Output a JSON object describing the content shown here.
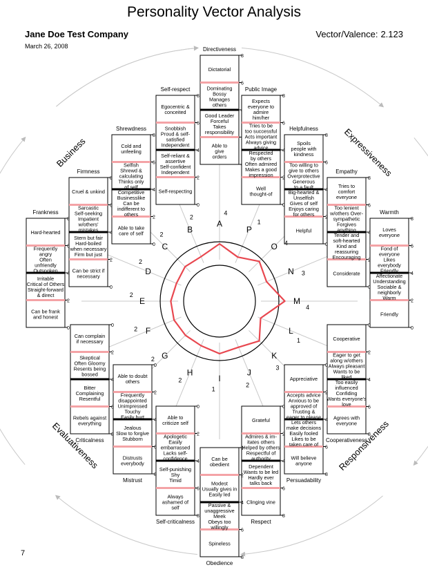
{
  "header": {
    "title": "Personality Vector Analysis",
    "company": "Jane Doe Test Company",
    "date": "March 26, 2008",
    "vector_label": "Vector/Valence:",
    "vector_value": "2.123"
  },
  "page_number": "7",
  "colors": {
    "accent": "#e8474f",
    "highlight": "#f4a3a6",
    "ring": "#c8c8c8",
    "spoke": "#c8c8c8"
  },
  "quadrants": [
    "Business",
    "Expressiveness",
    "Responsiveness",
    "Evaluativeness"
  ],
  "chart_data": {
    "type": "radar",
    "scale": {
      "min": 0,
      "max": 8
    },
    "axes": [
      {
        "letter": "A",
        "value": 4,
        "category": "Directiveness",
        "items": [
          {
            "text": "Dictatorial"
          },
          {
            "text": "Dominating\nBossy\nManages\nothers"
          },
          {
            "text": "Good Leader\nForceful\nTakes\nresponsibility"
          },
          {
            "text": "Able to\ngive\norders"
          }
        ]
      },
      {
        "letter": "P",
        "value": 1,
        "category": "Public Image",
        "items": [
          {
            "text": "Expects\neveryone to\nadmire\nhim/her"
          },
          {
            "text": "Tries to be\ntoo successful\nActs important\nAlways giving\nadvice"
          },
          {
            "text": "Respected\nby others\nOften admired\nMakes a good\nimpression"
          },
          {
            "text": "Well\nthought-of"
          }
        ]
      },
      {
        "letter": "O",
        "value": 4,
        "category": "Helpfulness",
        "items": [
          {
            "text": "Spoils\npeople with\nkindness"
          },
          {
            "text": "Too willing to\ngive to others\nOverprotective\nGenerous\nto a fault"
          },
          {
            "text": "Big-hearted &\nUnselfish\nGives of self\nEnjoys caring\nfor others"
          },
          {
            "text": "Helpful"
          }
        ]
      },
      {
        "letter": "N",
        "value": 3,
        "category": "Empathy",
        "items": [
          {
            "text": "Tries to\ncomfort\neveryone"
          },
          {
            "text": "Too lenient\nw/others Over-\nsympathetic\nForgives\nanything"
          },
          {
            "text": "Tender and\nsoft-hearted\nKind and\nreassuring\nEncouraging"
          },
          {
            "text": "Considerate"
          }
        ]
      },
      {
        "letter": "M",
        "value": 4,
        "category": "Warmth",
        "items": [
          {
            "text": "Loves\neveryone"
          },
          {
            "text": "Fond of\neveryone\nLikes\neverybody\nFriendly"
          },
          {
            "text": "Affectionate\nUnderstanding\nSociable &\nneighborly\nWarm"
          },
          {
            "text": "Friendly"
          }
        ]
      },
      {
        "letter": "L",
        "value": 1,
        "category": "Cooperativeness",
        "items": [
          {
            "text": "Cooperative"
          },
          {
            "text": "Eager to get\nalong w/others\nAlways pleasant\nWants to be\nliked"
          },
          {
            "text": "Too easily\ninfluenced\nConfiding\nWants everyone's\nlove"
          },
          {
            "text": "Agrees with\neveryone"
          }
        ]
      },
      {
        "letter": "K",
        "value": 3,
        "category": "Persuadability",
        "items": [
          {
            "text": "Appreciative"
          },
          {
            "text": "Accepts advice\nAnxious to be\napproved of\nTrusting &\neager to please"
          },
          {
            "text": "Lets others\nmake decisions\nEasily fooled\nLikes to be\ntaken care of"
          },
          {
            "text": "Will believe\nanyone"
          }
        ]
      },
      {
        "letter": "J",
        "value": 2,
        "category": "Respect",
        "items": [
          {
            "text": "Grateful"
          },
          {
            "text": "Admires & im-\nitates others\nHelped by others\nRespectful of\nauthority"
          },
          {
            "text": "Dependent\nWants to be led\nHardly ever\ntalks back"
          },
          {
            "text": "Clinging vine"
          }
        ]
      },
      {
        "letter": "I",
        "value": 1,
        "category": "Obedience",
        "items": [
          {
            "text": "Can be\nobedient"
          },
          {
            "text": "Modest\nUsually gives in\nEasily led"
          },
          {
            "text": "Passive &\nunaggressive\nMeek\nObeys too\nwillingly"
          },
          {
            "text": "Spineless"
          }
        ]
      },
      {
        "letter": "H",
        "value": 2,
        "category": "Self-criticalness",
        "items": [
          {
            "text": "Able to\ncriticize self"
          },
          {
            "text": "Apologetic\nEasily\nembarrassed\nLacks self-\nconfidence"
          },
          {
            "text": "Self-punishing\nShy\nTimid"
          },
          {
            "text": "Always\nashamed of\nself"
          }
        ]
      },
      {
        "letter": "G",
        "value": 2,
        "category": "Mistrust",
        "items": [
          {
            "text": "Able to doubt\nothers"
          },
          {
            "text": "Frequently\ndisappointed\nUnimpressed\nTouchy\nEasily hurt"
          },
          {
            "text": "Jealous\nSlow to forgive\nStubborn"
          },
          {
            "text": "Distrusts\neverybody"
          }
        ]
      },
      {
        "letter": "F",
        "value": 2,
        "category": "Criticalness",
        "items": [
          {
            "text": "Can complain\nif necessary"
          },
          {
            "text": "Skeptical\nOften Gloomy\nResents being\nbossed"
          },
          {
            "text": "Bitter\nComplaining\nResentful"
          },
          {
            "text": "Rebels against\neverything"
          }
        ]
      },
      {
        "letter": "E",
        "value": 2,
        "category": "Frankness",
        "items": [
          {
            "text": "Hard-hearted"
          },
          {
            "text": "Frequently\nangry\nOften\nunfriendly\nOutspoken"
          },
          {
            "text": "Irritable\nCritical of Others\nStraight-forward\n& direct"
          },
          {
            "text": "Can be frank\nand honest"
          }
        ]
      },
      {
        "letter": "D",
        "value": 2,
        "category": "Firmness",
        "items": [
          {
            "text": "Cruel & unkind"
          },
          {
            "text": "Sarcastic\nSelf-seeking\nImpatient\nw/others'\nmistakes"
          },
          {
            "text": "Stern but fair\nHard-boiled\nwhen necessary\nFirm but just"
          },
          {
            "text": "Can be strict if\nnecessary"
          }
        ]
      },
      {
        "letter": "C",
        "value": 2,
        "category": "Shrewdness",
        "items": [
          {
            "text": "Cold and\nunfeeling"
          },
          {
            "text": "Selfish\nShrewd &\ncalculating\nThinks only\nof self"
          },
          {
            "text": "Competitive\nBusinesslike\nCan be\nindifferent to\nothers"
          },
          {
            "text": "Able to take\ncare of self"
          }
        ]
      },
      {
        "letter": "B",
        "value": 2,
        "category": "Self-respect",
        "items": [
          {
            "text": "Egocentric &\nconceited"
          },
          {
            "text": "Snobbish\nProud & self-\nsatisfied\nIndependent"
          },
          {
            "text": "Self-reliant &\nassertive\nSelf-confident\nIndependent"
          },
          {
            "text": "Self-respecting"
          }
        ]
      }
    ],
    "profile": [
      4.0,
      2.2,
      3.8,
      2.8,
      5.5,
      1.6,
      3.8,
      2.6,
      3.1,
      2.3,
      2.3,
      2.5,
      2.4,
      2.0,
      2.4,
      2.3
    ]
  }
}
